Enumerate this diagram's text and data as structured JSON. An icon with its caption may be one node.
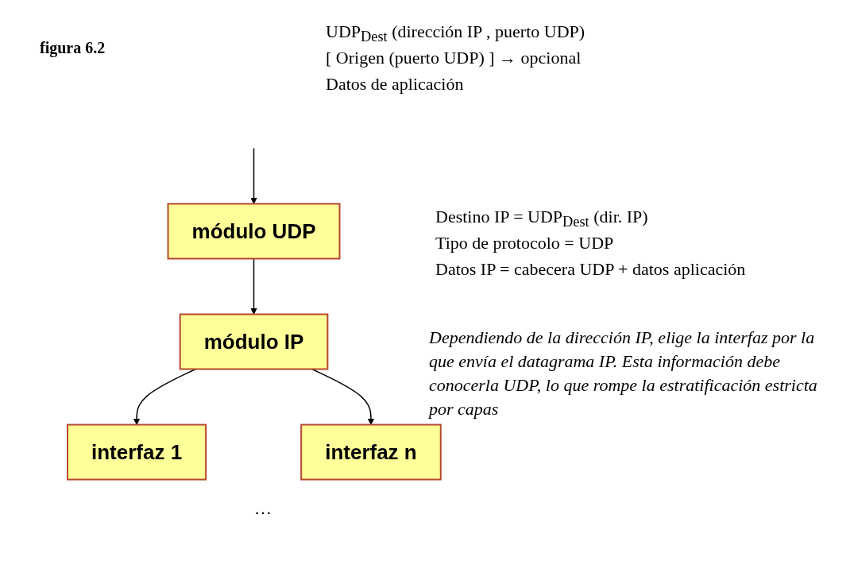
{
  "diagram": {
    "nodes": [
      {
        "text": [
          "módulo UDP"
        ]
      },
      {
        "text": [
          "módulo IP"
        ]
      },
      {
        "text": [
          "interfaz 1"
        ]
      },
      {
        "text": [
          "interfaz n"
        ]
      }
    ],
    "edges": [
      {
        "from": null,
        "to": 0,
        "arrow": "to"
      },
      {
        "from": 0,
        "to": 1,
        "arrow": "to"
      },
      {
        "from": 1,
        "to": 2,
        "arrow": "to"
      },
      {
        "from": 1,
        "to": 3,
        "arrow": "to"
      }
    ],
    "labels": [
      "figura 6.2",
      "UDP$_{Dest}$ (dirección IP , puerto UDP)",
      "[ Origen (puerto UDP) ] → opcional",
      "Datos de aplicación",
      "Destino IP = UDP$_{Dest}$ (dir. IP)",
      "Tipo de protocolo = UDP",
      "Datos IP = cabecera UDP + datos aplicación",
      "Dependiendo de la dirección IP, elige la interfaz por la que envía el datagrama IP. Esta información debe conocerla UDP, lo que rompe la estratificación estricta por capas",
      "…"
    ]
  }
}
